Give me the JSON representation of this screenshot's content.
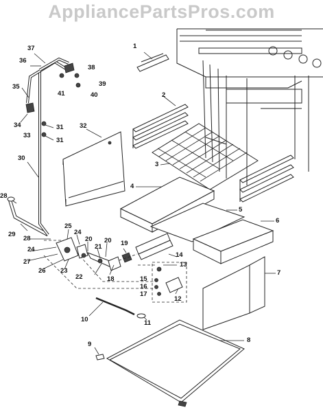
{
  "watermark": "AppliancePartsPros.com",
  "callouts": [
    {
      "key": "1",
      "text": "1"
    },
    {
      "key": "2",
      "text": "2"
    },
    {
      "key": "3",
      "text": "3"
    },
    {
      "key": "4",
      "text": "4"
    },
    {
      "key": "5",
      "text": "5"
    },
    {
      "key": "6",
      "text": "6"
    },
    {
      "key": "7",
      "text": "7"
    },
    {
      "key": "8",
      "text": "8"
    },
    {
      "key": "9",
      "text": "9"
    },
    {
      "key": "10",
      "text": "10"
    },
    {
      "key": "11",
      "text": "11"
    },
    {
      "key": "12",
      "text": "12"
    },
    {
      "key": "13",
      "text": "13"
    },
    {
      "key": "14",
      "text": "14"
    },
    {
      "key": "15",
      "text": "15"
    },
    {
      "key": "16",
      "text": "16"
    },
    {
      "key": "17",
      "text": "17"
    },
    {
      "key": "18",
      "text": "18"
    },
    {
      "key": "19",
      "text": "19"
    },
    {
      "key": "20a",
      "text": "20"
    },
    {
      "key": "20b",
      "text": "20"
    },
    {
      "key": "21",
      "text": "21"
    },
    {
      "key": "22",
      "text": "22"
    },
    {
      "key": "23",
      "text": "23"
    },
    {
      "key": "24a",
      "text": "24"
    },
    {
      "key": "24b",
      "text": "24"
    },
    {
      "key": "25",
      "text": "25"
    },
    {
      "key": "26",
      "text": "26"
    },
    {
      "key": "27",
      "text": "27"
    },
    {
      "key": "28a",
      "text": "28"
    },
    {
      "key": "28b",
      "text": "28"
    },
    {
      "key": "29",
      "text": "29"
    },
    {
      "key": "30",
      "text": "30"
    },
    {
      "key": "31a",
      "text": "31"
    },
    {
      "key": "31b",
      "text": "31"
    },
    {
      "key": "32",
      "text": "32"
    },
    {
      "key": "33",
      "text": "33"
    },
    {
      "key": "34",
      "text": "34"
    },
    {
      "key": "35",
      "text": "35"
    },
    {
      "key": "36",
      "text": "36"
    },
    {
      "key": "37",
      "text": "37"
    },
    {
      "key": "38",
      "text": "38"
    },
    {
      "key": "39",
      "text": "39"
    },
    {
      "key": "40",
      "text": "40"
    },
    {
      "key": "41",
      "text": "41"
    }
  ]
}
